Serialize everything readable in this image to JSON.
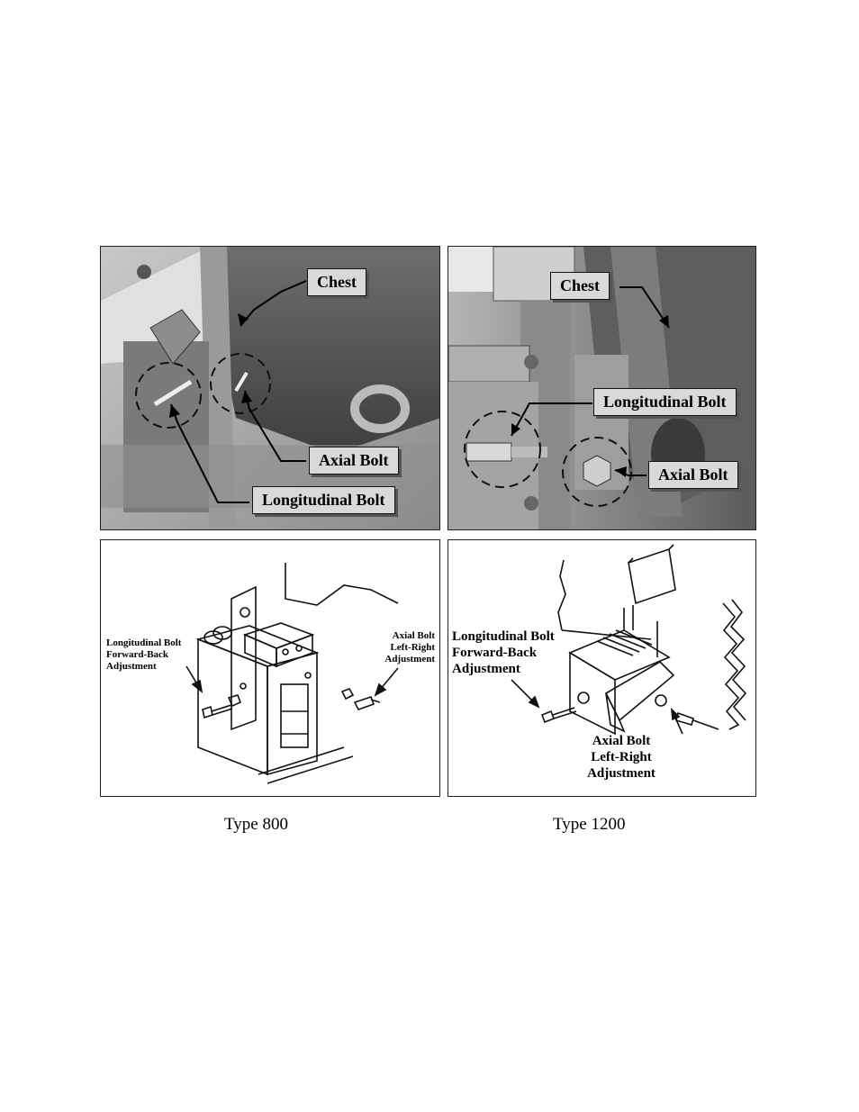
{
  "figure": {
    "type800": {
      "photo": {
        "chest": "Chest",
        "axial_bolt": "Axial Bolt",
        "longitudinal_bolt": "Longitudinal Bolt"
      },
      "drawing": {
        "longitudinal_line1": "Longitudinal Bolt",
        "longitudinal_line2": "Forward-Back",
        "longitudinal_line3": "Adjustment",
        "axial_line1": "Axial Bolt",
        "axial_line2": "Left-Right",
        "axial_line3": "Adjustment"
      },
      "caption": "Type 800"
    },
    "type1200": {
      "photo": {
        "chest": "Chest",
        "longitudinal_bolt": "Longitudinal Bolt",
        "axial_bolt": "Axial Bolt"
      },
      "drawing": {
        "longitudinal_line1": "Longitudinal Bolt",
        "longitudinal_line2": "Forward-Back",
        "longitudinal_line3": "Adjustment",
        "axial_line1": "Axial Bolt",
        "axial_line2": "Left-Right",
        "axial_line3": "Adjustment"
      },
      "caption": "Type 1200"
    }
  }
}
